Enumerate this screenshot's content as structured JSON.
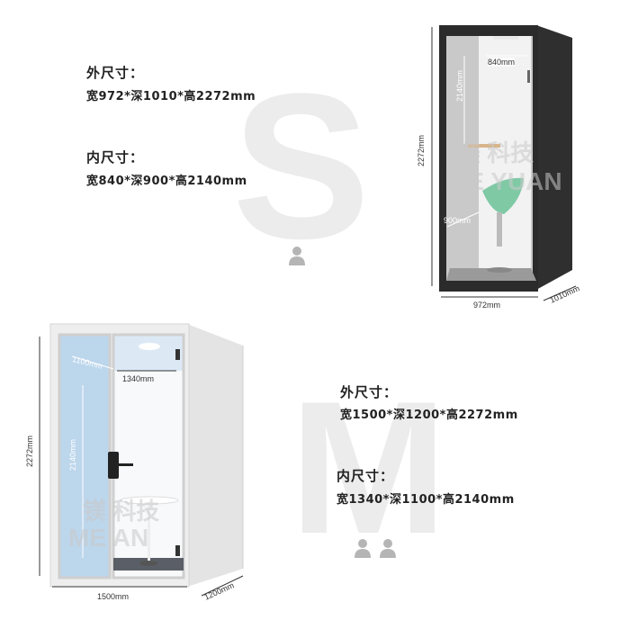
{
  "small": {
    "letter": "S",
    "outer_title": "外尺寸：",
    "outer_dims": "宽972*深1010*高2272mm",
    "inner_title": "内尺寸：",
    "inner_dims": "宽840*深900*高2140mm",
    "labels": {
      "inner_width": "840mm",
      "inner_height": "2140mm",
      "outer_height": "2272mm",
      "inner_depth": "900mm",
      "outer_width": "972mm",
      "outer_depth": "1010mm"
    },
    "watermark_top": "镁 科技",
    "watermark_bottom": "ME YUAN",
    "persons": 1
  },
  "medium": {
    "letter": "M",
    "outer_title": "外尺寸：",
    "outer_dims": "宽1500*深1200*高2272mm",
    "inner_title": "内尺寸：",
    "inner_dims": "宽1340*深1100*高2140mm",
    "labels": {
      "inner_depth": "1100mm",
      "inner_width": "1340mm",
      "inner_height": "2140mm",
      "outer_height": "2272mm",
      "outer_width": "1500mm",
      "outer_depth": "1200mm"
    },
    "watermark_top": "镁 科技",
    "watermark_bottom": "ME AN",
    "persons": 2
  },
  "colors": {
    "booth_dark": "#2b2b2b",
    "booth_felt": "#c9c9c9",
    "chair_green": "#7fc9a5",
    "booth_white": "#eeeeee",
    "booth_blue": "#bcd6ec",
    "letter_gray": "#ececec",
    "person_icon": "#b5b5b5"
  }
}
